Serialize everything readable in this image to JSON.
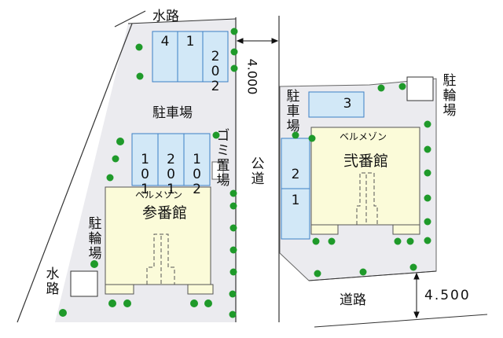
{
  "labels": {
    "waterway_top": "水路",
    "waterway_left": "水路",
    "road_width_top": "4.000",
    "road_width_bottom": "4.500",
    "parking_lot": "駐車場",
    "parking_right": "駐車場",
    "garbage": "ゴミ置場",
    "public_road": "公道",
    "bicycle_left": "駐輪場",
    "bicycle_right": "駐輪場",
    "road_bottom": "道路"
  },
  "buildings": [
    {
      "name": "ベルメゾン",
      "number": "参番館"
    },
    {
      "name": "ベルメゾン",
      "number": "弐番館"
    }
  ],
  "parking_top": [
    "4",
    "1",
    "202"
  ],
  "parking_middle": [
    "101",
    "201",
    "102"
  ],
  "parking_right_top": "3",
  "parking_right_side": [
    "2",
    "1"
  ],
  "colors": {
    "lot": "#ebebef",
    "building": "#fbfbd9",
    "parking": "#d2e8f7",
    "tree": "#1f9a2a",
    "line": "#333333"
  }
}
